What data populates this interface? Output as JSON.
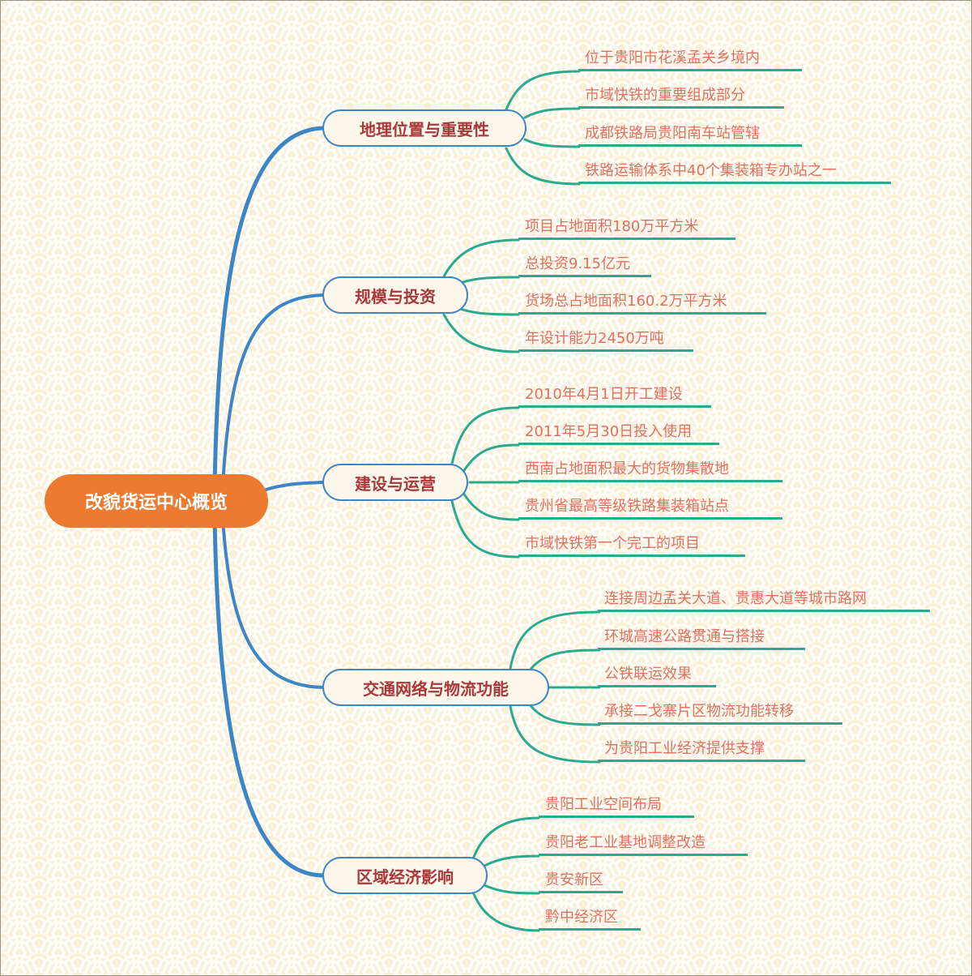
{
  "mindmap": {
    "root": {
      "label": "改貌货运中心概览",
      "color": "#ec7a30"
    },
    "colors": {
      "background": "#fdf3e0",
      "main_branch": "#3d86c6",
      "sub_branch": "#2aaa8f",
      "topic_text": "#a8383a",
      "leaf_text": "#e07060"
    },
    "topics": [
      {
        "label": "地理位置与重要性",
        "children": [
          "位于贵阳市花溪孟关乡境内",
          "市域快铁的重要组成部分",
          "成都铁路局贵阳南车站管辖",
          "铁路运输体系中40个集装箱专办站之一"
        ]
      },
      {
        "label": "规模与投资",
        "children": [
          "项目占地面积180万平方米",
          "总投资9.15亿元",
          "货场总占地面积160.2万平方米",
          "年设计能力2450万吨"
        ]
      },
      {
        "label": "建设与运营",
        "children": [
          "2010年4月1日开工建设",
          "2011年5月30日投入使用",
          "西南占地面积最大的货物集散地",
          "贵州省最高等级铁路集装箱站点",
          "市域快铁第一个完工的项目"
        ]
      },
      {
        "label": "交通网络与物流功能",
        "children": [
          "连接周边孟关大道、贵惠大道等城市路网",
          "环城高速公路贯通与搭接",
          "公铁联运效果",
          "承接二戈寨片区物流功能转移",
          "为贵阳工业经济提供支撑"
        ]
      },
      {
        "label": "区域经济影响",
        "children": [
          "贵阳工业空间布局",
          "贵阳老工业基地调整改造",
          "贵安新区",
          "黔中经济区"
        ]
      }
    ]
  }
}
